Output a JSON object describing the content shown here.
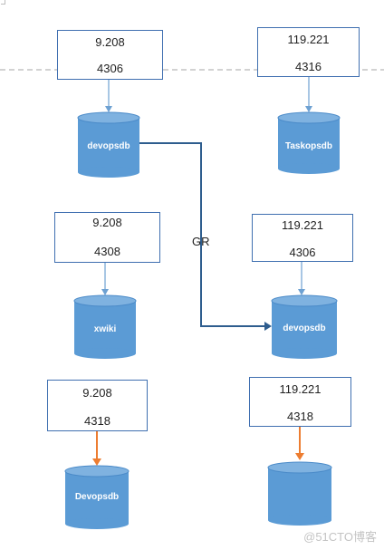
{
  "diagram": {
    "top_left": {
      "ip": "9.208",
      "port": "4306",
      "db": "devopsdb"
    },
    "top_right": {
      "ip": "119.221",
      "port": "4316",
      "db": "Taskopsdb"
    },
    "mid_left": {
      "ip": "9.208",
      "port": "4308",
      "db": "xwiki"
    },
    "mid_right": {
      "ip": "119.221",
      "port": "4306",
      "db": "devopsdb"
    },
    "bottom_left": {
      "ip": "9.208",
      "port": "4318",
      "db": "Devopsdb"
    },
    "bottom_right": {
      "ip": "119.221",
      "port": "4318",
      "db": ""
    },
    "replication_label": "GR"
  },
  "watermark": "@51CTO博客",
  "colors": {
    "db_fill": "#5b9bd5",
    "db_top": "#7fb2e0",
    "arrow_blue": "#6ea1d2",
    "arrow_orange": "#ed7d31",
    "gr_line": "#2e5d8e",
    "box_border": "#3f6fb0",
    "dash_line": "#a6a6a6"
  }
}
